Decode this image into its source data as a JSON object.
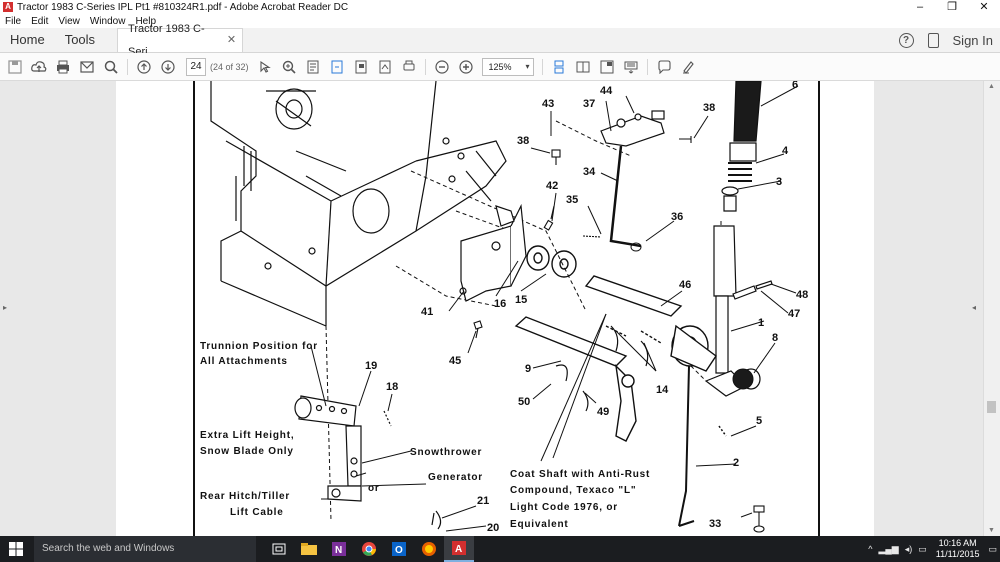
{
  "window": {
    "title": "Tractor 1983 C-Series IPL Pt1 #810324R1.pdf - Adobe Acrobat Reader DC"
  },
  "menu": [
    "File",
    "Edit",
    "View",
    "Window",
    "Help"
  ],
  "tabs": {
    "home": "Home",
    "tools": "Tools",
    "doc_tab": "Tractor 1983 C-Seri...",
    "sign_in": "Sign In"
  },
  "toolbar": {
    "page_number": "24",
    "page_count": "(24 of 32)",
    "zoom": "125%"
  },
  "drawing": {
    "callouts": [
      "43",
      "44",
      "37",
      "38",
      "6",
      "38",
      "34",
      "4",
      "3",
      "42",
      "35",
      "36",
      "41",
      "16",
      "15",
      "46",
      "48",
      "47",
      "1",
      "45",
      "8",
      "9",
      "14",
      "50",
      "49",
      "5",
      "2",
      "19",
      "18",
      "21",
      "20",
      "33"
    ],
    "trunnion_label_1": "Trunnion Position for",
    "trunnion_label_2": "All Attachments",
    "extra_lift_1": "Extra Lift Height,",
    "extra_lift_2": "Snow Blade Only",
    "snowthrower": "Snowthrower",
    "or": "or",
    "generator": "Generator",
    "rear_hitch_1": "Rear Hitch/Tiller",
    "rear_hitch_2": "Lift Cable",
    "coat_1": "Coat Shaft with Anti-Rust",
    "coat_2": "Compound, Texaco \"L\"",
    "coat_3": "Light Code 1976, or",
    "coat_4": "Equivalent"
  },
  "taskbar": {
    "search_placeholder": "Search the web and Windows",
    "time": "10:16 AM",
    "date": "11/11/2015"
  }
}
